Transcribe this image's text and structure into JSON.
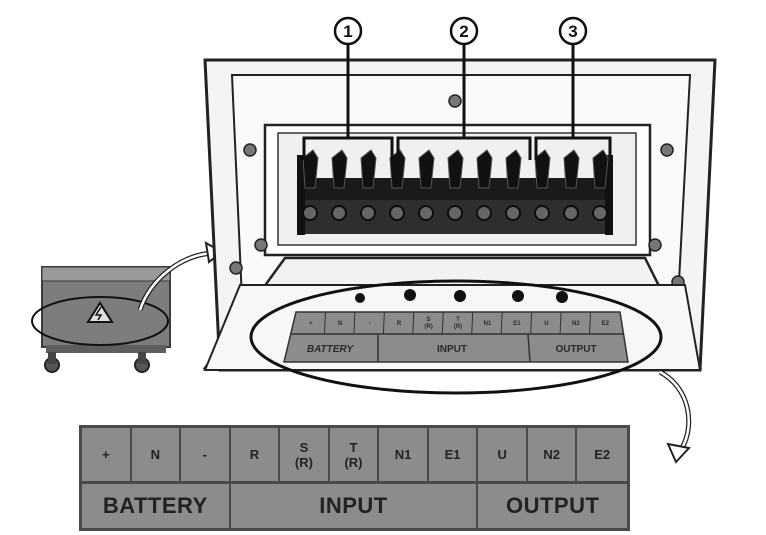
{
  "callouts": [
    "1",
    "2",
    "3"
  ],
  "terminal_labels": [
    "+",
    "N",
    "-",
    "R",
    "S\n(R)",
    "T\n(R)",
    "N1",
    "E1",
    "U",
    "N2",
    "E2"
  ],
  "small_terminal_labels": [
    "+",
    "N",
    "-",
    "R",
    "S\n(R)",
    "T\n(R)",
    "N1",
    "E1",
    "U",
    "N2",
    "E2"
  ],
  "groups": [
    "BATTERY",
    "INPUT",
    "OUTPUT"
  ],
  "small_groups": [
    "BATTERY",
    "INPUT",
    "OUTPUT"
  ],
  "colors": {
    "panel": "#8c8c8c",
    "border": "#4a4a4a",
    "cabinet": "#f4f4f4",
    "terminal_block": "#1a1a1a"
  },
  "icons": [
    "warning-high-voltage-icon",
    "arrow-icon"
  ]
}
